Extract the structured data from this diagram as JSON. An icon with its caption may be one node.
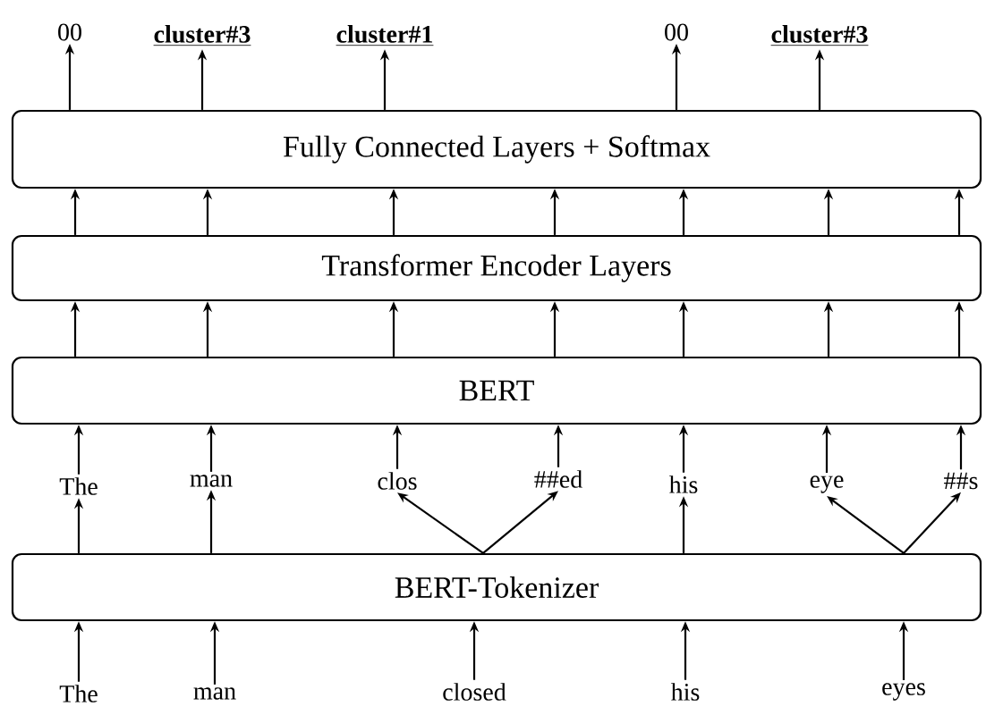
{
  "diagram": {
    "nodes": [
      {
        "text": [
          "00"
        ]
      },
      {
        "text": [
          "cluster#3"
        ]
      },
      {
        "text": [
          "cluster#1"
        ]
      },
      {
        "text": [
          "00"
        ]
      },
      {
        "text": [
          "cluster#3"
        ]
      },
      {
        "text": [
          "Fully Connected Layers + Softmax"
        ]
      },
      {
        "text": [
          "Transformer Encoder Layers"
        ]
      },
      {
        "text": [
          "BERT"
        ]
      },
      {
        "text": [
          "The"
        ]
      },
      {
        "text": [
          "man"
        ]
      },
      {
        "text": [
          "clos"
        ]
      },
      {
        "text": [
          "##ed"
        ]
      },
      {
        "text": [
          "his"
        ]
      },
      {
        "text": [
          "eye"
        ]
      },
      {
        "text": [
          "##s"
        ]
      },
      {
        "text": [
          "BERT-Tokenizer"
        ]
      },
      {
        "text": [
          "The"
        ]
      },
      {
        "text": [
          "man"
        ]
      },
      {
        "text": [
          "closed"
        ]
      },
      {
        "text": [
          "his"
        ]
      },
      {
        "text": [
          "eyes"
        ]
      }
    ],
    "edges": [
      {
        "from": 5,
        "to": 0,
        "arrow": "to"
      },
      {
        "from": 5,
        "to": 1,
        "arrow": "to"
      },
      {
        "from": 5,
        "to": 2,
        "arrow": "to"
      },
      {
        "from": 5,
        "to": 3,
        "arrow": "to"
      },
      {
        "from": 5,
        "to": 4,
        "arrow": "to"
      },
      {
        "from": 6,
        "to": 5,
        "arrow": "to"
      },
      {
        "from": 6,
        "to": 5,
        "arrow": "to"
      },
      {
        "from": 6,
        "to": 5,
        "arrow": "to"
      },
      {
        "from": 6,
        "to": 5,
        "arrow": "to"
      },
      {
        "from": 6,
        "to": 5,
        "arrow": "to"
      },
      {
        "from": 6,
        "to": 5,
        "arrow": "to"
      },
      {
        "from": 6,
        "to": 5,
        "arrow": "to"
      },
      {
        "from": 7,
        "to": 6,
        "arrow": "to"
      },
      {
        "from": 7,
        "to": 6,
        "arrow": "to"
      },
      {
        "from": 7,
        "to": 6,
        "arrow": "to"
      },
      {
        "from": 7,
        "to": 6,
        "arrow": "to"
      },
      {
        "from": 7,
        "to": 6,
        "arrow": "to"
      },
      {
        "from": 7,
        "to": 6,
        "arrow": "to"
      },
      {
        "from": 7,
        "to": 6,
        "arrow": "to"
      },
      {
        "from": 8,
        "to": 7,
        "arrow": "to"
      },
      {
        "from": 9,
        "to": 7,
        "arrow": "to"
      },
      {
        "from": 10,
        "to": 7,
        "arrow": "to"
      },
      {
        "from": 11,
        "to": 7,
        "arrow": "to"
      },
      {
        "from": 12,
        "to": 7,
        "arrow": "to"
      },
      {
        "from": 13,
        "to": 7,
        "arrow": "to"
      },
      {
        "from": 14,
        "to": 7,
        "arrow": "to"
      },
      {
        "from": 15,
        "to": 8,
        "arrow": "to"
      },
      {
        "from": 15,
        "to": 9,
        "arrow": "to"
      },
      {
        "from": 15,
        "to": 10,
        "arrow": "to"
      },
      {
        "from": 15,
        "to": 11,
        "arrow": "to"
      },
      {
        "from": 15,
        "to": 12,
        "arrow": "to"
      },
      {
        "from": 15,
        "to": 13,
        "arrow": "to"
      },
      {
        "from": 15,
        "to": 14,
        "arrow": "to"
      },
      {
        "from": 16,
        "to": 15,
        "arrow": "to"
      },
      {
        "from": 17,
        "to": 15,
        "arrow": "to"
      },
      {
        "from": 18,
        "to": 15,
        "arrow": "to"
      },
      {
        "from": 19,
        "to": 15,
        "arrow": "to"
      },
      {
        "from": 20,
        "to": 15,
        "arrow": "to"
      }
    ]
  }
}
